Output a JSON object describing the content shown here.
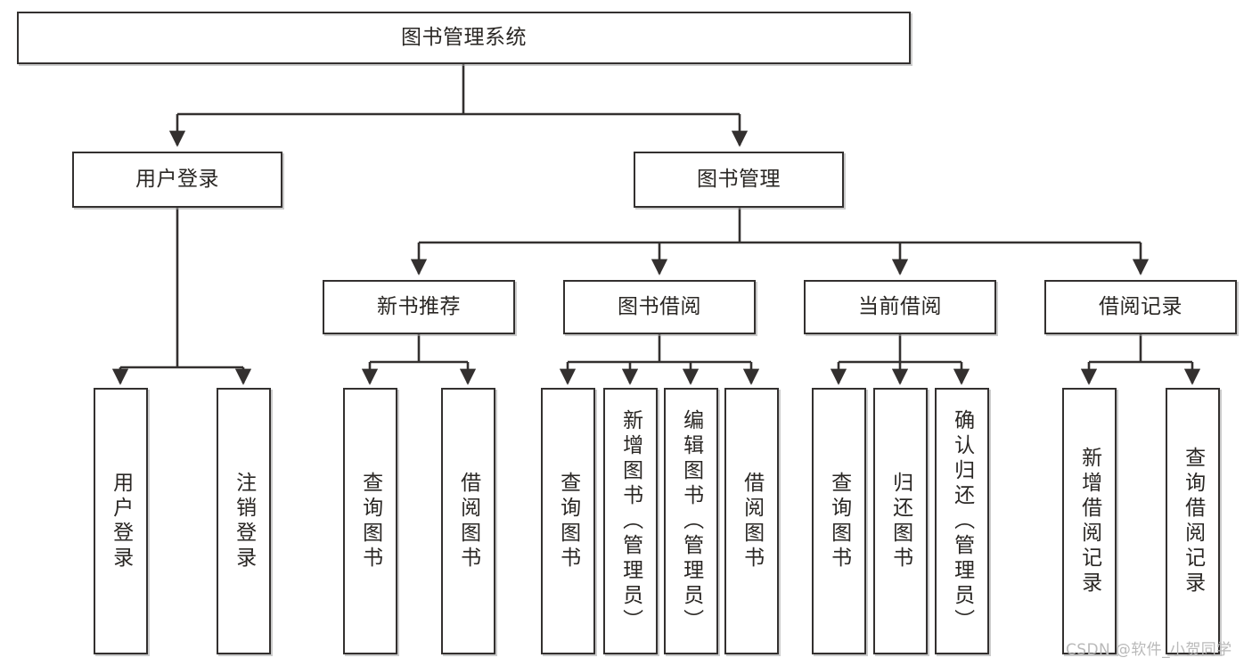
{
  "diagram": {
    "title": "图书管理系统",
    "watermark": "CSDN @软件_小贺同学",
    "levels": {
      "root": {
        "label": "图书管理系统"
      },
      "level2": [
        {
          "label": "用户登录"
        },
        {
          "label": "图书管理"
        }
      ],
      "level3": [
        {
          "label": "新书推荐"
        },
        {
          "label": "图书借阅"
        },
        {
          "label": "当前借阅"
        },
        {
          "label": "借阅记录"
        }
      ],
      "leaves": {
        "user_login": [
          {
            "label": "用户登录"
          },
          {
            "label": "注销登录"
          }
        ],
        "new_book_recommend": [
          {
            "label": "查询图书"
          },
          {
            "label": "借阅图书"
          }
        ],
        "book_borrow": [
          {
            "label": "查询图书"
          },
          {
            "label": "新增图书（管理员）"
          },
          {
            "label": "编辑图书（管理员）"
          },
          {
            "label": "借阅图书"
          }
        ],
        "current_borrow": [
          {
            "label": "查询图书"
          },
          {
            "label": "归还图书"
          },
          {
            "label": "确认归还（管理员）"
          }
        ],
        "borrow_record": [
          {
            "label": "新增借阅记录"
          },
          {
            "label": "查询借阅记录"
          }
        ]
      }
    },
    "colors": {
      "stroke": "#33302f",
      "background": "#ffffff",
      "text": "#2a2724",
      "watermark": "#b9b9b9"
    }
  }
}
